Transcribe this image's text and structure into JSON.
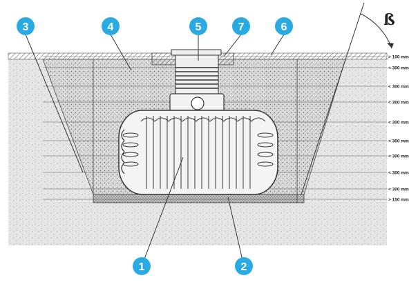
{
  "colors": {
    "callout_fill": "#29aae2",
    "line": "#444444",
    "soil": "#e8e8e8",
    "backfill": "#dcdcdc",
    "gravel": "#cfcfcf"
  },
  "angle_symbol": "ß",
  "callouts": [
    {
      "id": "1",
      "label": "1"
    },
    {
      "id": "2",
      "label": "2"
    },
    {
      "id": "3",
      "label": "3"
    },
    {
      "id": "4",
      "label": "4"
    },
    {
      "id": "5",
      "label": "5"
    },
    {
      "id": "6",
      "label": "6"
    },
    {
      "id": "7",
      "label": "7"
    }
  ],
  "dimensions": [
    "> 100 mm",
    "< 300 mm",
    "< 300 mm",
    "< 300 mm",
    "< 300 mm",
    "< 300 mm",
    "< 300 mm",
    "< 300 mm",
    "< 300 mm",
    "> 150 mm"
  ]
}
